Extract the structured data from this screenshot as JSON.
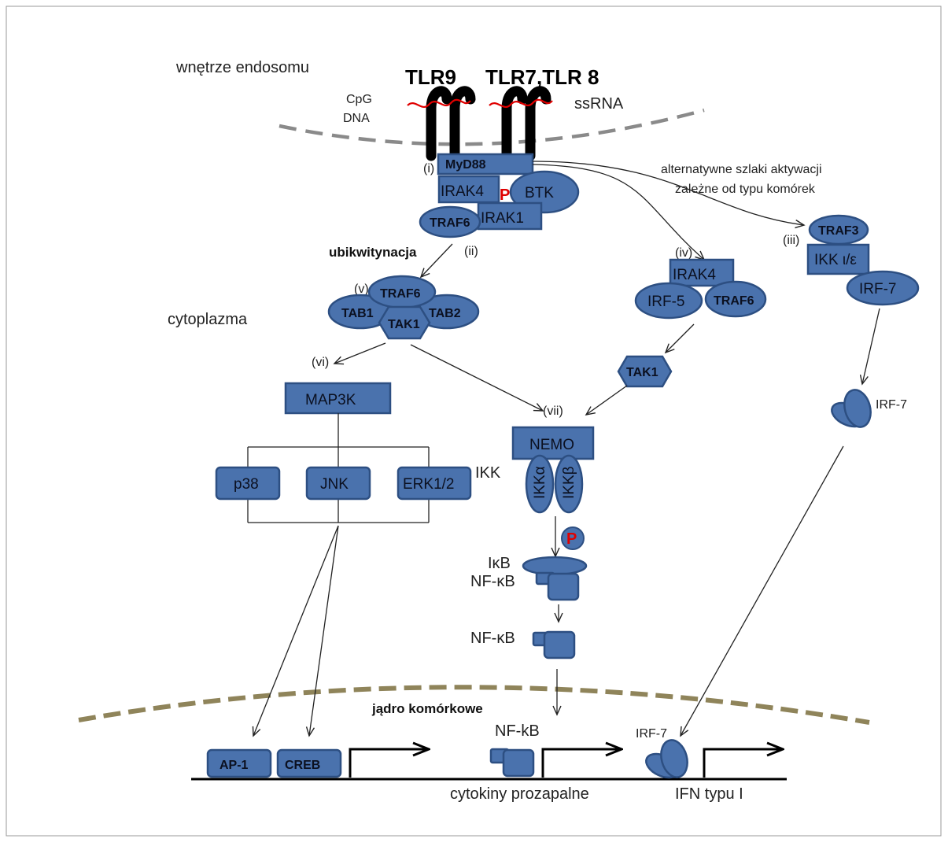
{
  "labels": {
    "endosome": "wnętrze endosomu",
    "tlr9": "TLR9",
    "tlr78": "TLR7,TLR 8",
    "cpg_1": "CpG",
    "cpg_2": "DNA",
    "ssrna": "ssRNA",
    "alt_1": "alternatywne szlaki aktywacji",
    "alt_2": "zależne od typu komórek",
    "ubiq": "ubikwitynacja",
    "cytoplasm": "cytoplazma",
    "ikk": "IKK",
    "ikb": "IκB",
    "nfkb_1": "NF-κB",
    "nfkb_2": "NF-κB",
    "nucleus": "jądro komórkowe",
    "nfkb_nuc": "NF-kB",
    "irf7_nuc": "IRF-7",
    "irf7_cyto": "IRF-7",
    "cytokines": "cytokiny prozapalne",
    "ifn": "IFN typu I"
  },
  "steps": {
    "i": "(i)",
    "ii": "(ii)",
    "iii": "(iii)",
    "iv": "(iv)",
    "v": "(v)",
    "vi": "(vi)",
    "vii": "(vii)"
  },
  "nodes": {
    "myd88": "MyD88",
    "irak4": "IRAK4",
    "btk": "BTK",
    "irak1": "IRAK1",
    "traf6_a": "TRAF6",
    "traf6_b": "TRAF6",
    "tab1": "TAB1",
    "tab2": "TAB2",
    "tak1_a": "TAK1",
    "irak4_b": "IRAK4",
    "irf5": "IRF-5",
    "traf6_c": "TRAF6",
    "tak1_b": "TAK1",
    "traf3": "TRAF3",
    "ikk_ie": "IKK ι/ε",
    "irf7": "IRF-7",
    "map3k": "MAP3K",
    "p38": "p38",
    "jnk": "JNK",
    "erk": "ERK1/2",
    "nemo": "NEMO",
    "ikka": "IKKα",
    "ikkb": "IKKβ",
    "ap1": "AP-1",
    "creb": "CREB"
  },
  "phospho": "P",
  "colors": {
    "node_fill": "#4a72ad",
    "node_stroke": "#2d4f82",
    "phospho": "#e00000",
    "ligand": "#e00000",
    "endosome_membrane": "#8a8a8a",
    "nuclear_membrane": "#8f845a"
  }
}
